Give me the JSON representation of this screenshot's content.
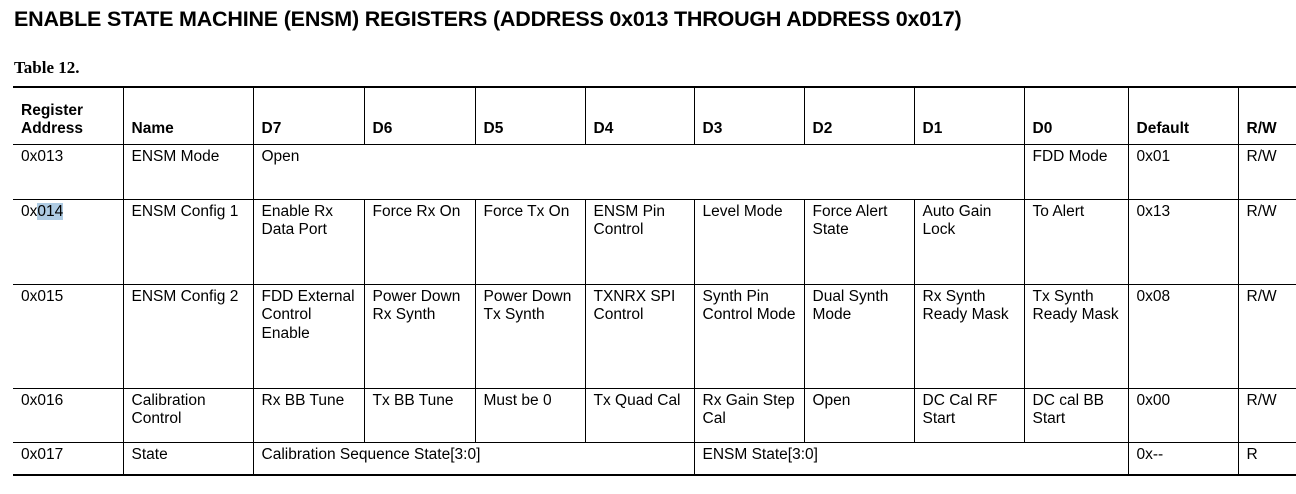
{
  "document": {
    "section_title": "ENABLE STATE MACHINE (ENSM) REGISTERS (ADDRESS 0x013 THROUGH ADDRESS 0x017)",
    "table_caption": "Table 12."
  },
  "table": {
    "columns": [
      "Register Address",
      "Name",
      "D7",
      "D6",
      "D5",
      "D4",
      "D3",
      "D2",
      "D1",
      "D0",
      "Default",
      "R/W"
    ],
    "header": {
      "register_address_line1": "Register",
      "register_address_line2": "Address",
      "name": "Name",
      "d7": "D7",
      "d6": "D6",
      "d5": "D5",
      "d4": "D4",
      "d3": "D3",
      "d2": "D2",
      "d1": "D1",
      "d0": "D0",
      "default": "Default",
      "rw": "R/W"
    },
    "rows": [
      {
        "address_prefix": "0x",
        "address_suffix": "013",
        "address": "0x013",
        "name": "ENSM Mode",
        "open_span": "Open",
        "d0": "FDD Mode",
        "default": "0x01",
        "rw": "R/W"
      },
      {
        "address_prefix": "0x",
        "address_suffix": "014",
        "address": "0x014",
        "name": "ENSM Config 1",
        "d7": "Enable Rx Data Port",
        "d6": "Force Rx On",
        "d5": "Force Tx On",
        "d4": "ENSM Pin Control",
        "d3": "Level Mode",
        "d2": "Force Alert State",
        "d1": "Auto Gain Lock",
        "d0": "To Alert",
        "default": "0x13",
        "rw": "R/W"
      },
      {
        "address_prefix": "0x",
        "address_suffix": "015",
        "address": "0x015",
        "name": "ENSM Config 2",
        "d7": "FDD External Control Enable",
        "d6": "Power Down Rx Synth",
        "d5": "Power Down Tx Synth",
        "d4": "TXNRX SPI Control",
        "d3": "Synth Pin Control Mode",
        "d2": "Dual Synth Mode",
        "d1": "Rx Synth Ready Mask",
        "d0": "Tx Synth Ready Mask",
        "default": "0x08",
        "rw": "R/W"
      },
      {
        "address_prefix": "0x",
        "address_suffix": "016",
        "address": "0x016",
        "name": "Calibration Control",
        "d7": "Rx BB Tune",
        "d6": "Tx BB Tune",
        "d5": "Must be 0",
        "d4": "Tx Quad Cal",
        "d3": "Rx Gain Step Cal",
        "d2": "Open",
        "d1": "DC Cal RF Start",
        "d0": "DC cal BB Start",
        "default": "0x00",
        "rw": "R/W"
      },
      {
        "address_prefix": "0x",
        "address_suffix": "017",
        "address": "0x017",
        "name": "State",
        "calibration_span": "Calibration Sequence State[3:0]",
        "ensm_span": "ENSM State[3:0]",
        "default": "0x--",
        "rw": "R"
      }
    ]
  },
  "selection": {
    "highlighted_text": "014",
    "highlight_color": "#aecbe3"
  }
}
